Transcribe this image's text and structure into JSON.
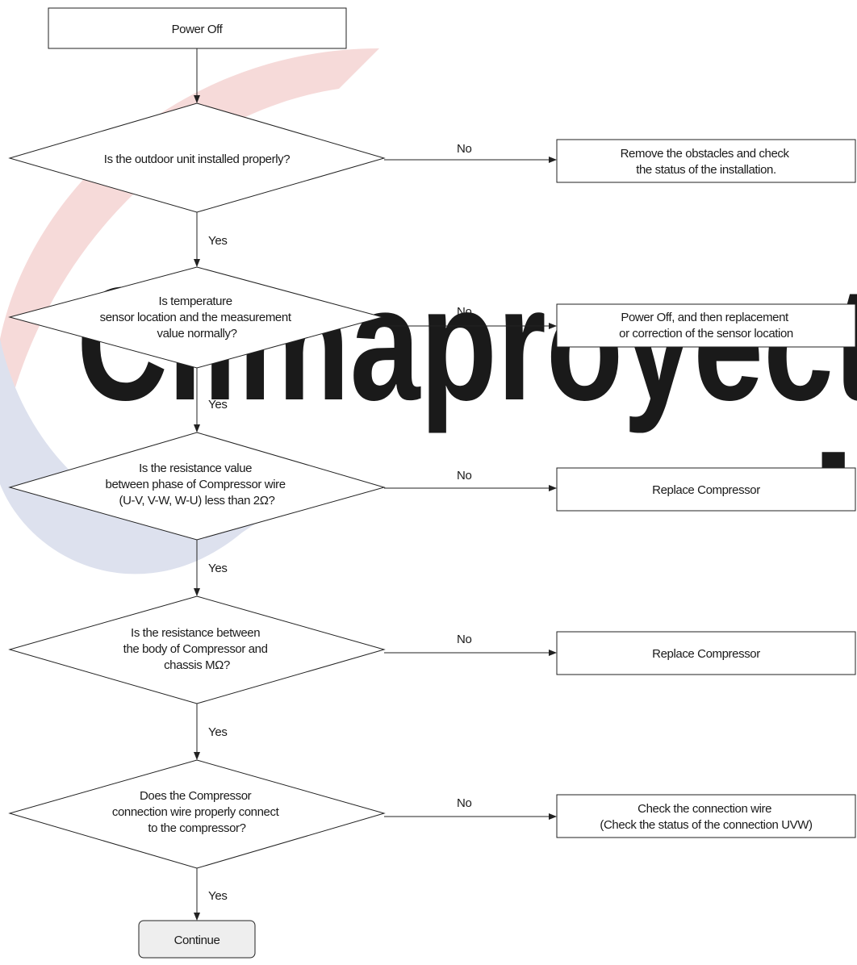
{
  "watermark": {
    "text": "Climaproyect",
    "dot": "."
  },
  "colors": {
    "line": "#222222",
    "terminal_fill": "#eeeeee",
    "watermark_text": "#efefef",
    "watermark_ring_red": "#f6dad9",
    "watermark_ring_blue": "#dde1ee"
  },
  "flow": {
    "start": "Power Off",
    "decisions": [
      {
        "lines": [
          "Is the outdoor unit installed properly?"
        ]
      },
      {
        "lines": [
          "Is temperature",
          "sensor location and the measurement",
          "value normally?"
        ]
      },
      {
        "lines": [
          "Is the resistance value",
          "between phase of Compressor wire",
          "(U-V, V-W, W-U) less than 2Ω?"
        ]
      },
      {
        "lines": [
          "Is the resistance between",
          "the body of Compressor and",
          "chassis MΩ?"
        ]
      },
      {
        "lines": [
          "Does the Compressor",
          "connection wire properly connect",
          "to the compressor?"
        ]
      }
    ],
    "actions": [
      {
        "lines": [
          "Remove the obstacles and check",
          "the status of the installation."
        ]
      },
      {
        "lines": [
          "Power Off, and then replacement",
          "or correction of the sensor location"
        ]
      },
      {
        "lines": [
          "Replace Compressor"
        ]
      },
      {
        "lines": [
          "Replace Compressor"
        ]
      },
      {
        "lines": [
          "Check the connection wire",
          "(Check the status of the connection UVW)"
        ]
      }
    ],
    "yes_label": "Yes",
    "no_label": "No",
    "end": "Continue"
  }
}
